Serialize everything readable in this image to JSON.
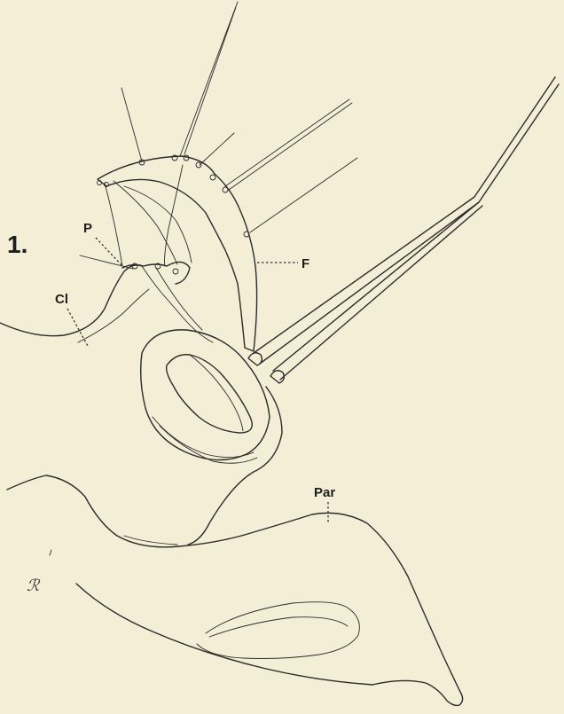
{
  "figure": {
    "number": "1.",
    "labels": {
      "P": "P",
      "F": "F",
      "Cl": "Cl",
      "Par": "Par"
    },
    "artist_mark": "ℛ"
  },
  "colors": {
    "paper": "#f4eed6",
    "ink": "#2b2b2b"
  }
}
